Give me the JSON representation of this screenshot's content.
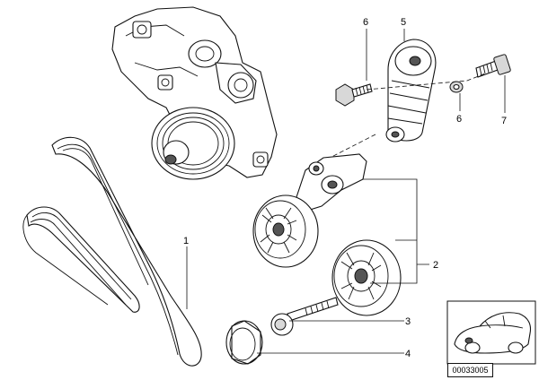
{
  "diagram": {
    "callouts": [
      "1",
      "2",
      "3",
      "4",
      "5",
      "6",
      "6",
      "7"
    ],
    "reference_code": "00033005"
  }
}
